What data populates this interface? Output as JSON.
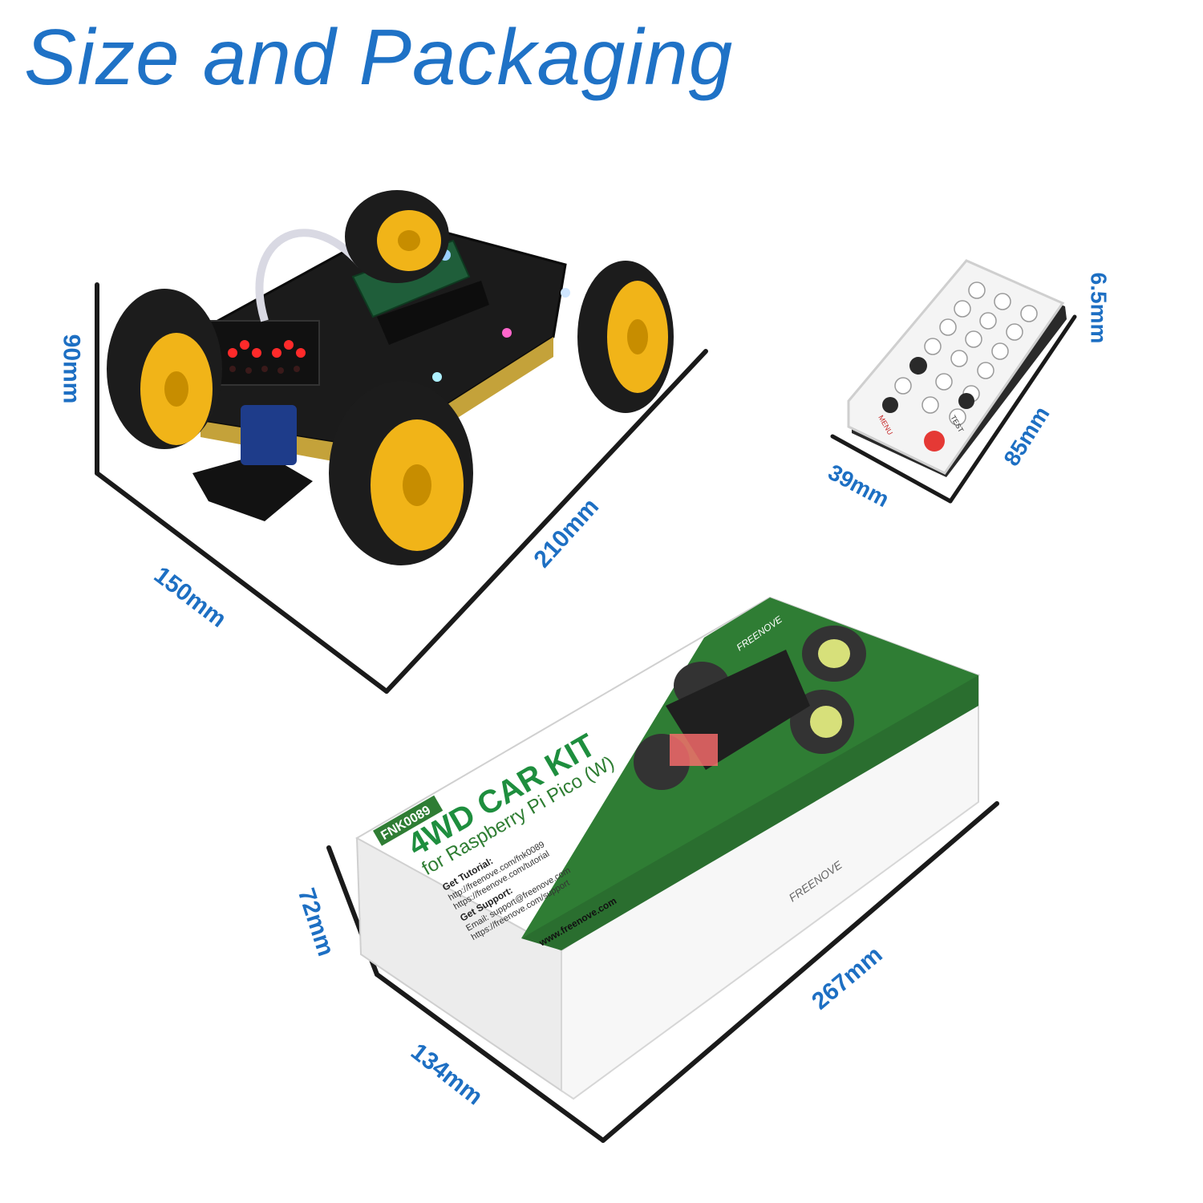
{
  "title": "Size and Packaging",
  "colors": {
    "accent": "#1f72c6",
    "line": "#1a1a1a",
    "box_green": "#2e7d32"
  },
  "car": {
    "height": "90mm",
    "width": "150mm",
    "length": "210mm"
  },
  "remote": {
    "thickness": "6.5mm",
    "width": "39mm",
    "length": "85mm",
    "buttons": [
      "MENU",
      "TEST"
    ]
  },
  "box": {
    "height": "72mm",
    "width": "134mm",
    "length": "267mm",
    "brand": "FREENOVE",
    "product_code": "FNK0089",
    "product_title": "4WD CAR KIT",
    "product_subtitle": "for Raspberry Pi Pico (W)",
    "tutorial_label": "Get Tutorial:",
    "tutorial_url": "http://freenove.com/fnk0089",
    "tutorial_url2": "https://freenove.com/tutorial",
    "support_label": "Get Support:",
    "support_email": "Email: support@freenove.com",
    "support_url": "https://freenove.com/support",
    "website": "www.freenove.com"
  }
}
